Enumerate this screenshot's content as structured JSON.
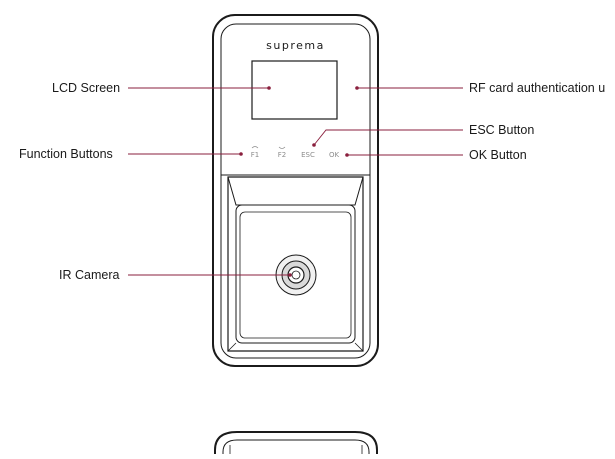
{
  "device": {
    "brand": "suprema",
    "keys": [
      "F1",
      "F2",
      "ESC",
      "OK"
    ]
  },
  "callouts": {
    "lcd_screen": "LCD Screen",
    "rf_card": "RF card authentication u",
    "esc_button": "ESC Button",
    "function_buttons": "Function Buttons",
    "ok_button": "OK Button",
    "ir_camera": "IR Camera"
  },
  "colors": {
    "outline": "#1b1b1b",
    "leader": "#8a1f3d",
    "key_text": "#8c8c8c"
  }
}
